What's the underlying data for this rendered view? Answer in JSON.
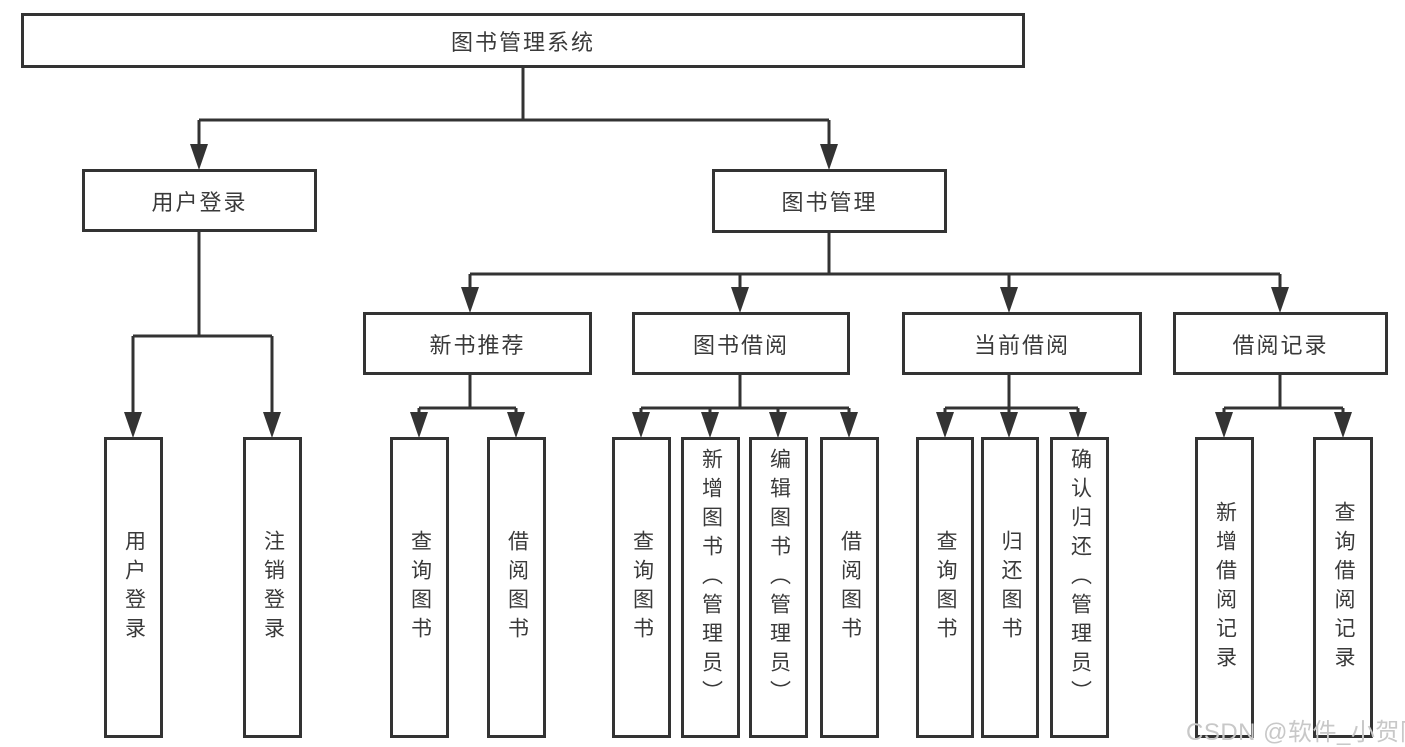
{
  "root": {
    "label": "图书管理系统"
  },
  "level2": {
    "login": "用户登录",
    "management": "图书管理"
  },
  "level3": {
    "new_books": "新书推荐",
    "borrow": "图书借阅",
    "current": "当前借阅",
    "records": "借阅记录"
  },
  "leaves": {
    "login": [
      "用户登录",
      "注销登录"
    ],
    "new_books": [
      "查询图书",
      "借阅图书"
    ],
    "borrow": [
      "查询图书",
      "新增图书（管理员）",
      "编辑图书（管理员）",
      "借阅图书"
    ],
    "current": [
      "查询图书",
      "归还图书",
      "确认归还（管理员）"
    ],
    "records": [
      "新增借阅记录",
      "查询借阅记录"
    ]
  },
  "watermark": {
    "text": "CSDN @软件_小贺同学"
  },
  "colors": {
    "line": "#333333",
    "text": "#3a3a3a",
    "watermark": "#c8c8c8",
    "background": "#ffffff"
  }
}
